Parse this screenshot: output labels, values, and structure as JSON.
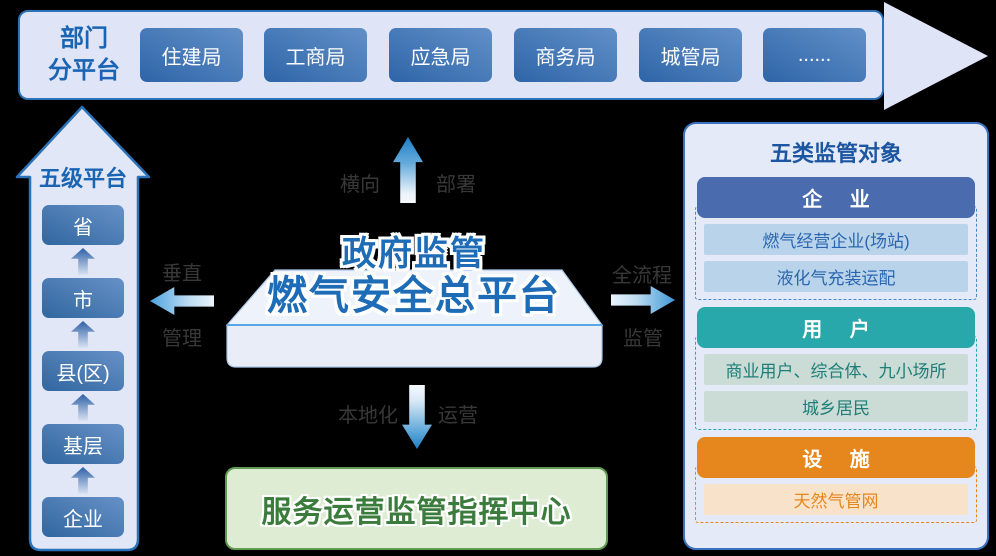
{
  "top_banner": {
    "title_line1": "部门",
    "title_line2": "分平台",
    "departments": [
      "住建局",
      "工商局",
      "应急局",
      "商务局",
      "城管局",
      "......"
    ]
  },
  "left_tower": {
    "title": "五级平台",
    "levels": [
      "省",
      "市",
      "县(区)",
      "基层",
      "企业"
    ]
  },
  "center": {
    "title_line1": "政府监管",
    "title_line2": "燃气安全总平台",
    "arrow_up_left": "横向",
    "arrow_up_right": "部署",
    "arrow_left_top": "垂直",
    "arrow_left_bottom": "管理",
    "arrow_right_top": "全流程",
    "arrow_right_bottom": "监管",
    "arrow_down_left": "本地化",
    "arrow_down_right": "运营",
    "bottom_box": "服务运营监管指挥中心"
  },
  "right_panel": {
    "title": "五类监管对象",
    "groups": [
      {
        "header": "企 业",
        "header_bg": "#4a6cae",
        "item_bg": "#b9d4ea",
        "item_color": "#2a66b0",
        "dash_color": "#4a86c8",
        "items": [
          "燃气经营企业(场站)",
          "液化气充装运配"
        ]
      },
      {
        "header": "用 户",
        "header_bg": "#29a8ac",
        "item_bg": "#cbdbd5",
        "item_color": "#1f7e78",
        "dash_color": "#2aa9ad",
        "items": [
          "商业用户、综合体、九小场所",
          "城乡居民"
        ]
      },
      {
        "header": "设 施",
        "header_bg": "#e5871d",
        "item_bg": "#f8e2ca",
        "item_color": "#e5871d",
        "dash_color": "#e5871d",
        "items": [
          "天然气管网"
        ]
      }
    ]
  },
  "colors": {
    "accent_blue": "#1e6cb6",
    "banner_border": "#2b72b8",
    "box_gradient_dark": "#2e65a8",
    "box_gradient_light": "#6290c8",
    "green_border": "#5f9b50",
    "green_text": "#3b7b3c",
    "panel_border": "#3b72c0"
  }
}
